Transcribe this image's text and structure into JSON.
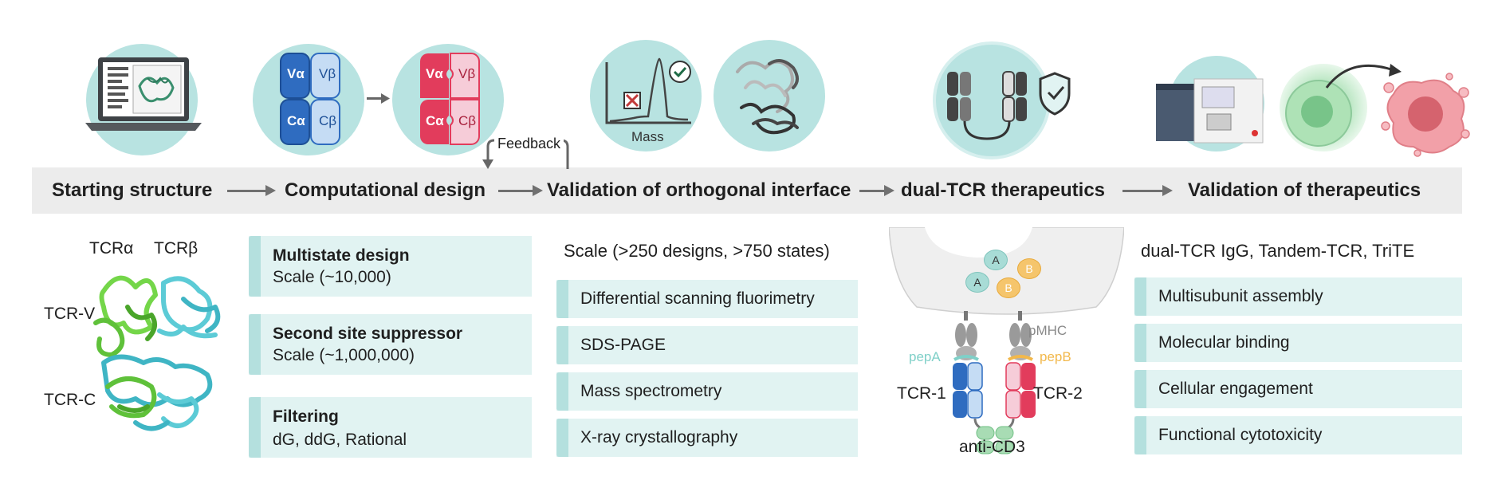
{
  "stages": {
    "s1": "Starting structure",
    "s2": "Computational design",
    "s3": "Validation of orthogonal interface",
    "s4": "dual-TCR therapeutics",
    "s5": "Validation of therapeutics"
  },
  "icons": {
    "chains_a": [
      "Vα",
      "Vβ",
      "Cα",
      "Cβ"
    ],
    "mass_label": "Mass",
    "feedback": "Feedback"
  },
  "structure": {
    "tcr_alpha": "TCRα",
    "tcr_beta": "TCRβ",
    "tcr_v": "TCR-V",
    "tcr_c": "TCR-C"
  },
  "design": {
    "boxes": [
      {
        "title": "Multistate design",
        "sub": "Scale (~10,000)"
      },
      {
        "title": "Second site suppressor",
        "sub": "Scale (~1,000,000)"
      },
      {
        "title": "Filtering",
        "sub": "dG, ddG, Rational"
      }
    ]
  },
  "validation": {
    "heading": "Scale (>250 designs, >750 states)",
    "items": [
      "Differential scanning fluorimetry",
      "SDS-PAGE",
      "Mass spectrometry",
      "X-ray crystallography"
    ]
  },
  "therapeutic": {
    "a": "A",
    "b": "B",
    "pmhc": "pMHC",
    "pepa": "pepA",
    "pepb": "pepB",
    "tcr1": "TCR-1",
    "tcr2": "TCR-2",
    "cd3": "anti-CD3"
  },
  "therapeutics_validation": {
    "heading": "dual-TCR IgG, Tandem-TCR, TriTE",
    "items": [
      "Multisubunit assembly",
      "Molecular binding",
      "Cellular engagement",
      "Functional cytotoxicity"
    ]
  },
  "colors": {
    "circle": "#b8e3e1",
    "box": "#e1f3f2",
    "blue": "#2f6cc0",
    "red": "#e23c5c",
    "pepa": "#7fd0c8",
    "pepb": "#f2b84b"
  }
}
